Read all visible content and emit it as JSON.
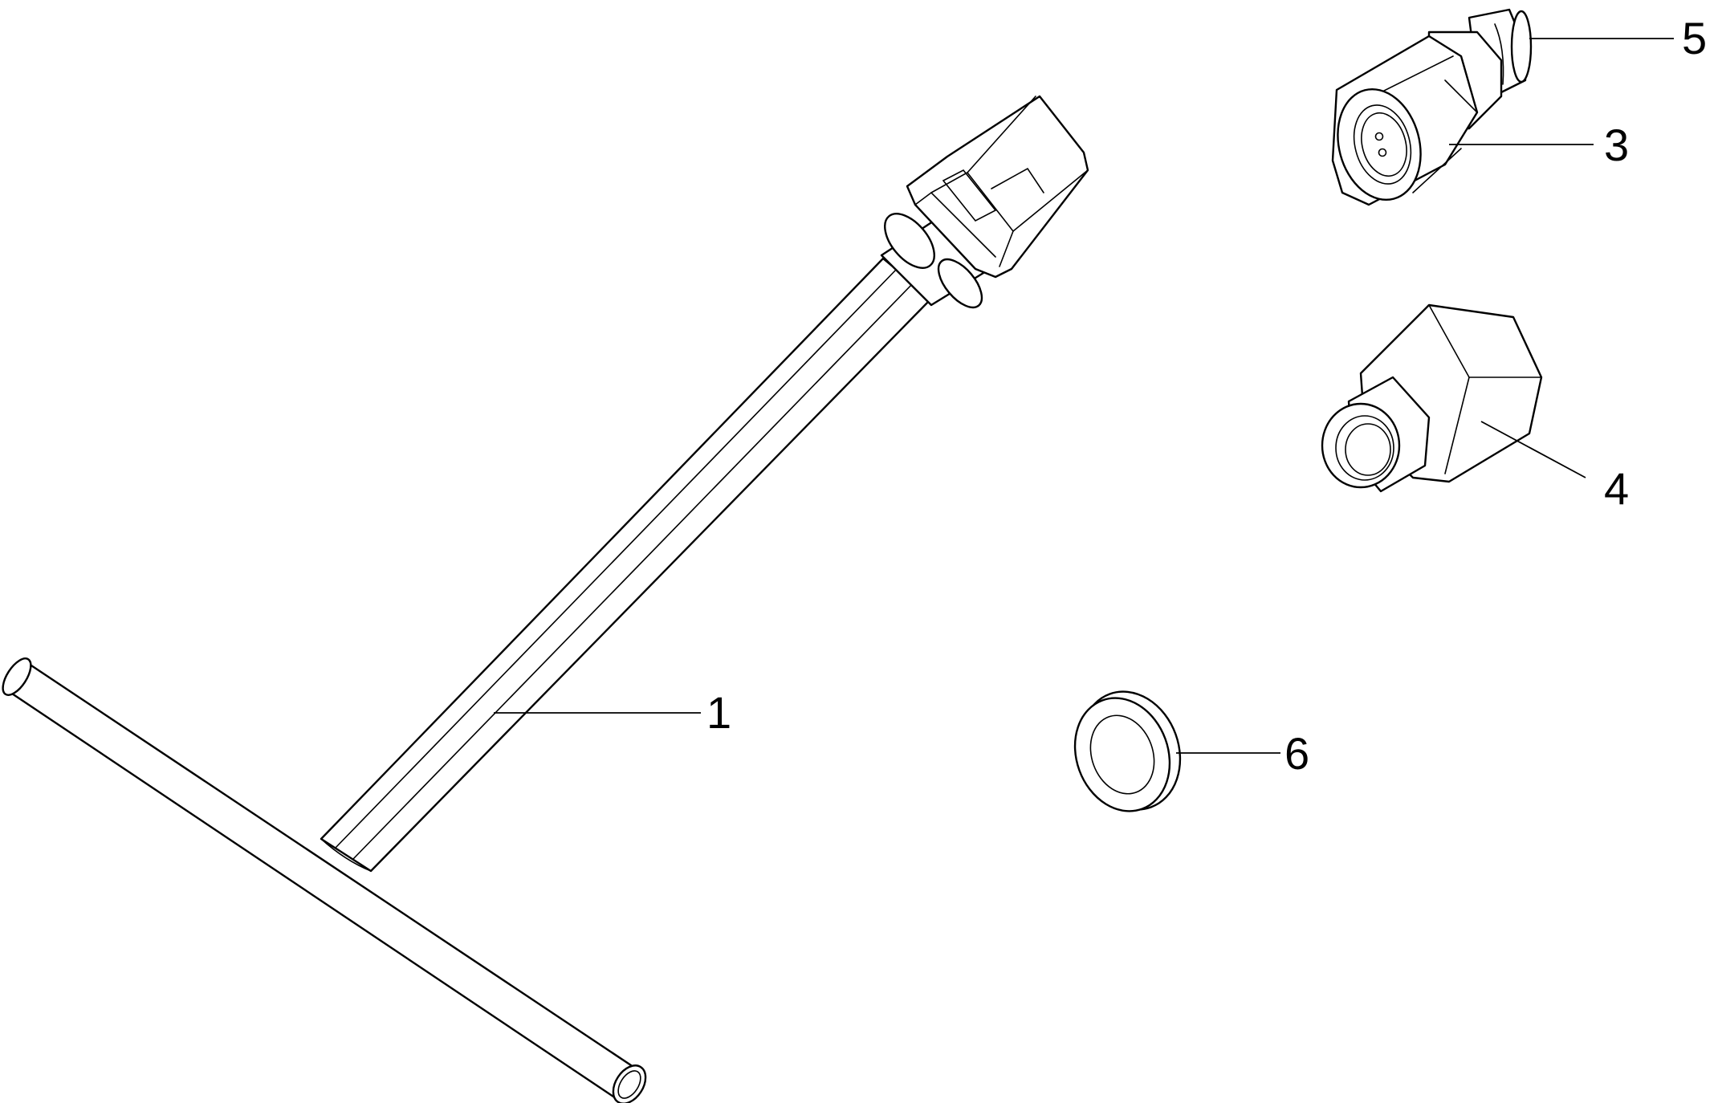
{
  "labels": {
    "part_1": "1",
    "part_3": "3",
    "part_4": "4",
    "part_5": "5",
    "part_6": "6"
  },
  "colors": {
    "line": "#000000",
    "background": "#ffffff"
  }
}
